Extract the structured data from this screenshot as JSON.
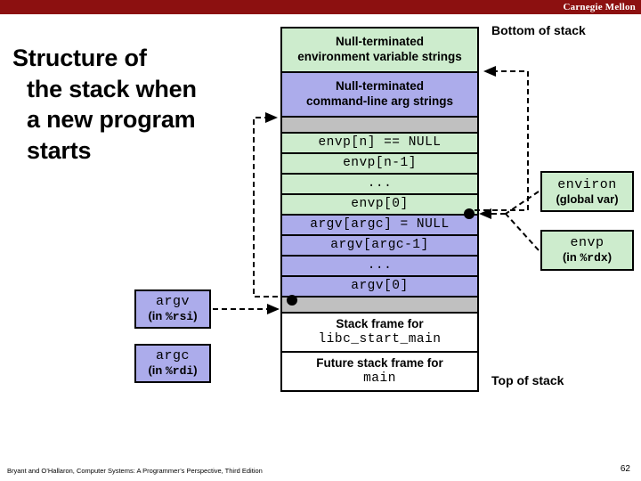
{
  "banner": {
    "institution": "Carnegie Mellon",
    "color": "#8c1010"
  },
  "slide": {
    "title_line1": "Structure of",
    "title_line2": "the stack when",
    "title_line3": "a new program",
    "title_line4": "starts"
  },
  "stack": {
    "label_bottom_of_stack": "Bottom of stack",
    "label_top_of_stack": "Top of stack",
    "rows": [
      {
        "name": "env-strings",
        "line1": "Null-terminated",
        "line2": "environment variable strings",
        "style": "green",
        "font": "sans"
      },
      {
        "name": "arg-strings",
        "line1": "Null-terminated",
        "line2": "command-line arg strings",
        "style": "purple",
        "font": "sans"
      },
      {
        "name": "padding",
        "line1": "",
        "line2": "",
        "style": "gray",
        "font": "sans"
      },
      {
        "name": "envp-n-null",
        "line1": "envp[n] == NULL",
        "line2": "",
        "style": "green",
        "font": "mono"
      },
      {
        "name": "envp-n-minus-1",
        "line1": "envp[n-1]",
        "line2": "",
        "style": "green",
        "font": "mono"
      },
      {
        "name": "envp-ellipsis",
        "line1": "...",
        "line2": "",
        "style": "green",
        "font": "mono"
      },
      {
        "name": "envp-0",
        "line1": "envp[0]",
        "line2": "",
        "style": "green",
        "font": "mono"
      },
      {
        "name": "argv-argc-null",
        "line1": "argv[argc] = NULL",
        "line2": "",
        "style": "purple",
        "font": "mono"
      },
      {
        "name": "argv-argc-minus-1",
        "line1": "argv[argc-1]",
        "line2": "",
        "style": "purple",
        "font": "mono"
      },
      {
        "name": "argv-ellipsis",
        "line1": "...",
        "line2": "",
        "style": "purple",
        "font": "mono"
      },
      {
        "name": "argv-0",
        "line1": "argv[0]",
        "line2": "",
        "style": "purple",
        "font": "mono"
      },
      {
        "name": "gap",
        "line1": "",
        "line2": "",
        "style": "gray",
        "font": "sans"
      },
      {
        "name": "libc-start-main-frame",
        "line1": "Stack frame for",
        "line2": "libc_start_main",
        "style": "white",
        "font": "sans"
      },
      {
        "name": "future-main-frame",
        "line1": "Future stack frame for",
        "line2": "main",
        "style": "white",
        "font": "sans"
      }
    ]
  },
  "callouts": {
    "environ": {
      "name": "environ",
      "detail": "(global var)",
      "detail_mono": ""
    },
    "envp": {
      "name": "envp",
      "detail_prefix": "(in ",
      "detail_reg": "%rdx",
      "detail_suffix": ")"
    },
    "argv": {
      "name": "argv",
      "detail_prefix": "(in ",
      "detail_reg": "%rsi",
      "detail_suffix": ")"
    },
    "argc": {
      "name": "argc",
      "detail_prefix": "(in ",
      "detail_reg": "%rdi",
      "detail_suffix": ")"
    }
  },
  "footer": {
    "citation": "Bryant and O’Hallaron, Computer Systems: A Programmer’s Perspective, Third Edition",
    "page_number": "62"
  }
}
